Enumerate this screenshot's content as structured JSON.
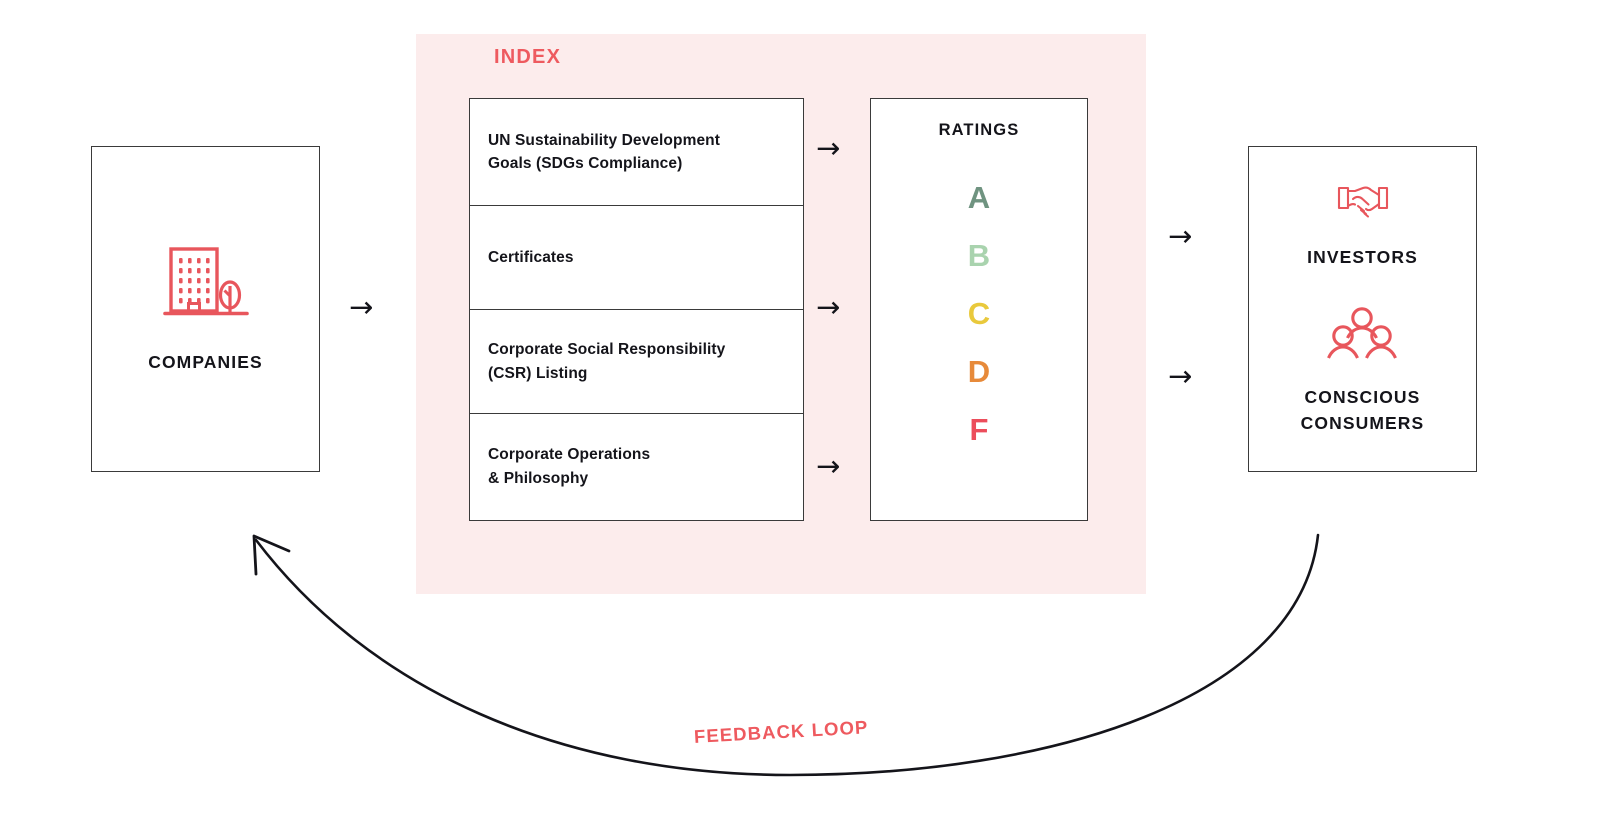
{
  "diagram": {
    "title_visible": false,
    "colors": {
      "panel_bg": "#fcecec",
      "accent_red": "#ee5a5f",
      "icon_red": "#e8565c",
      "text_dark": "#14141a",
      "border": "#3a3a3a"
    }
  },
  "index_panel": {
    "label": "INDEX",
    "criteria": [
      {
        "text": "UN Sustainability Development\nGoals (SDGs Compliance)"
      },
      {
        "text": "Certificates"
      },
      {
        "text": "Corporate Social Responsibility\n(CSR) Listing"
      },
      {
        "text": "Corporate Operations\n& Philosophy"
      }
    ]
  },
  "ratings": {
    "title": "RATINGS",
    "grades": [
      {
        "letter": "A",
        "color": "#6f9380"
      },
      {
        "letter": "B",
        "color": "#a9d3ae"
      },
      {
        "letter": "C",
        "color": "#e9c93c"
      },
      {
        "letter": "D",
        "color": "#e78a3a"
      },
      {
        "letter": "F",
        "color": "#ec4d5b"
      }
    ]
  },
  "companies": {
    "caption": "COMPANIES",
    "icon": "building-tree-icon"
  },
  "audience": {
    "blocks": [
      {
        "caption": "INVESTORS",
        "icon": "handshake-icon"
      },
      {
        "caption": "CONSCIOUS\nCONSUMERS",
        "icon": "people-group-icon"
      }
    ]
  },
  "arrows": {
    "glyph": "→",
    "items": [
      {
        "name": "arrow-companies-to-index"
      },
      {
        "name": "arrow-criterion-1-to-ratings"
      },
      {
        "name": "arrow-criterion-2-to-ratings"
      },
      {
        "name": "arrow-criterion-4-to-ratings"
      },
      {
        "name": "arrow-ratings-to-investors"
      },
      {
        "name": "arrow-ratings-to-consumers"
      }
    ]
  },
  "feedback_loop": {
    "label": "FEEDBACK LOOP"
  }
}
